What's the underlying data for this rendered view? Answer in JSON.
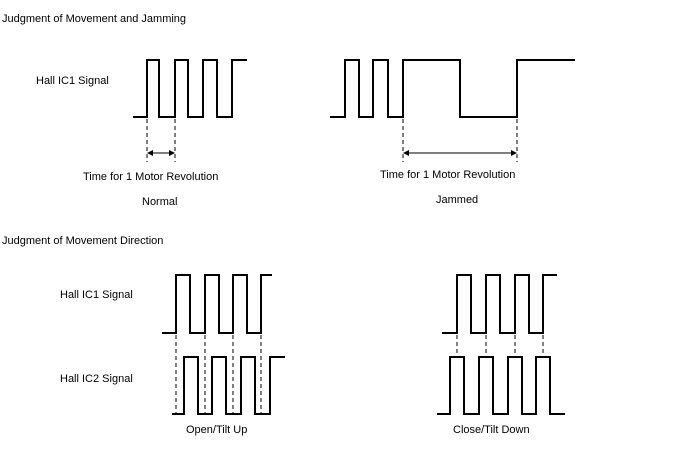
{
  "sections": {
    "movement_jamming": {
      "heading": "Judgment of Movement and Jamming",
      "signal_label": "Hall IC1 Signal",
      "normal": {
        "interval_label": "Time for 1 Motor Revolution",
        "caption": "Normal"
      },
      "jammed": {
        "interval_label": "Time for 1 Motor Revolution",
        "caption": "Jammed"
      }
    },
    "movement_direction": {
      "heading": "Judgment of Movement Direction",
      "ic1_label": "Hall IC1 Signal",
      "ic2_label": "Hall IC2 Signal",
      "open": {
        "caption": "Open/Tilt Up"
      },
      "close": {
        "caption": "Close/Tilt Down"
      }
    }
  }
}
